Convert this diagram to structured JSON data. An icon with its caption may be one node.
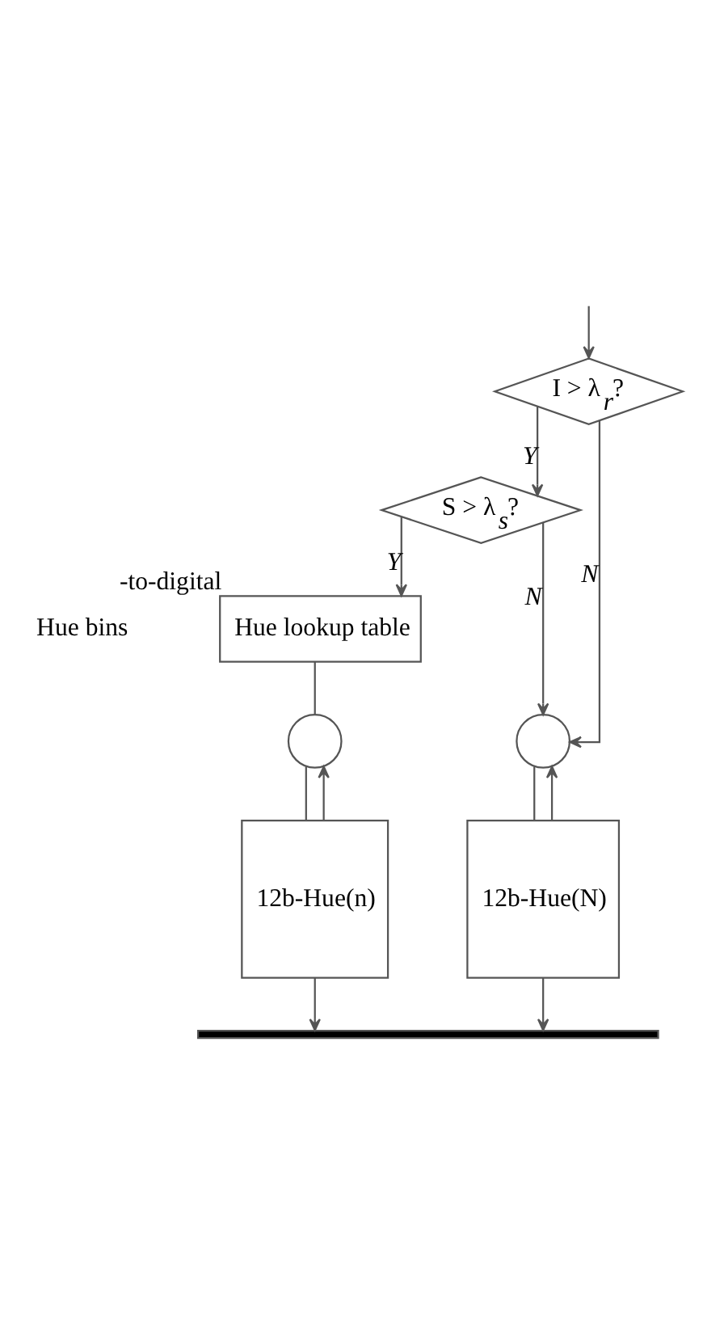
{
  "diagram": {
    "nodes": [
      {
        "text": [
          "I > λ$_{r}$?"
        ]
      },
      {
        "text": [
          "S > λ$_{s}$?"
        ]
      },
      {
        "text": [
          "Hue lookup table"
        ],
        "beside": [
          "-to-digital"
        ]
      },
      {
        "text": [],
        "shape": "circle"
      },
      {
        "text": [
          "12b-Hue(n)"
        ]
      },
      {
        "text": [],
        "shape": "circle"
      },
      {
        "text": [
          "12b-Hue(N)"
        ]
      },
      {
        "text": [],
        "shape": "bar"
      }
    ],
    "edges": [
      {
        "from": null,
        "to": 0,
        "arrow": "to"
      },
      {
        "from": 0,
        "to": 1,
        "arrow": "to",
        "label": "Y"
      },
      {
        "from": 0,
        "to": 5,
        "arrow": "to",
        "label": "N"
      },
      {
        "from": 1,
        "to": 5,
        "arrow": "to",
        "label": "N"
      },
      {
        "from": 1,
        "to": 2,
        "arrow": "to",
        "label": "Y"
      },
      {
        "from": 2,
        "to": 3,
        "arrow": "none"
      },
      {
        "from": 3,
        "to": 4,
        "arrow": "none"
      },
      {
        "from": 4,
        "to": 7,
        "arrow": "to"
      },
      {
        "from": 4,
        "to": 3,
        "arrow": "to"
      },
      {
        "from": 5,
        "to": 6,
        "arrow": "none"
      },
      {
        "from": 6,
        "to": 7,
        "arrow": "to"
      },
      {
        "from": 6,
        "to": 5,
        "arrow": "to"
      }
    ],
    "labels": [
      "Hue bins"
    ]
  }
}
